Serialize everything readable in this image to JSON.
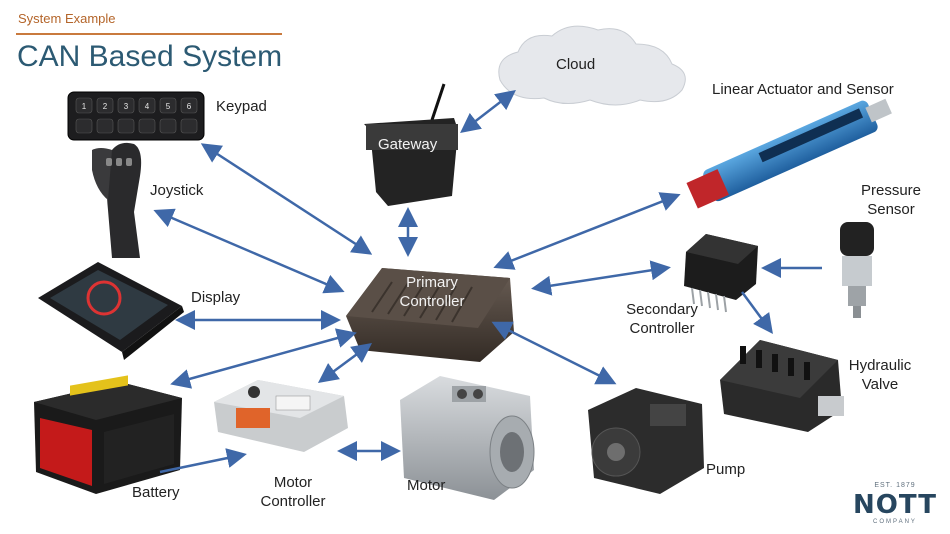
{
  "header": {
    "section": "System Example",
    "title": "CAN Based System"
  },
  "nodes": {
    "keypad": "Keypad",
    "joystick": "Joystick",
    "display": "Display",
    "battery": "Battery",
    "motor_controller_line1": "Motor",
    "motor_controller_line2": "Controller",
    "motor": "Motor",
    "gateway": "Gateway",
    "cloud": "Cloud",
    "primary_controller_line1": "Primary",
    "primary_controller_line2": "Controller",
    "linear_actuator": "Linear Actuator and Sensor",
    "pressure_sensor_line1": "Pressure",
    "pressure_sensor_line2": "Sensor",
    "secondary_controller_line1": "Secondary",
    "secondary_controller_line2": "Controller",
    "hydraulic_valve_line1": "Hydraulic",
    "hydraulic_valve_line2": "Valve",
    "pump": "Pump"
  },
  "keypad_keys": [
    "1",
    "2",
    "3",
    "4",
    "5",
    "6"
  ],
  "logo": {
    "name": "NOTT",
    "est": "EST. 1879",
    "company": "COMPANY"
  },
  "colors": {
    "arrow": "#3f68a8",
    "title": "#2c5a73",
    "header_accent": "#c97a3e",
    "logo": "#27465f"
  },
  "connections": [
    {
      "from": "Keypad",
      "to": "Primary Controller",
      "arrows": "both"
    },
    {
      "from": "Joystick",
      "to": "Primary Controller",
      "arrows": "both"
    },
    {
      "from": "Display",
      "to": "Primary Controller",
      "arrows": "both"
    },
    {
      "from": "Battery",
      "to": "Primary Controller",
      "arrows": "both"
    },
    {
      "from": "Battery",
      "to": "Motor Controller",
      "arrows": "end"
    },
    {
      "from": "Motor Controller",
      "to": "Primary Controller",
      "arrows": "both"
    },
    {
      "from": "Motor Controller",
      "to": "Motor",
      "arrows": "both"
    },
    {
      "from": "Gateway",
      "to": "Primary Controller",
      "arrows": "both"
    },
    {
      "from": "Gateway",
      "to": "Cloud",
      "arrows": "both"
    },
    {
      "from": "Primary Controller",
      "to": "Linear Actuator and Sensor",
      "arrows": "both"
    },
    {
      "from": "Primary Controller",
      "to": "Secondary Controller",
      "arrows": "both"
    },
    {
      "from": "Primary Controller",
      "to": "Pump",
      "arrows": "both"
    },
    {
      "from": "Pressure Sensor",
      "to": "Secondary Controller",
      "arrows": "end"
    },
    {
      "from": "Secondary Controller",
      "to": "Hydraulic Valve",
      "arrows": "end"
    }
  ]
}
